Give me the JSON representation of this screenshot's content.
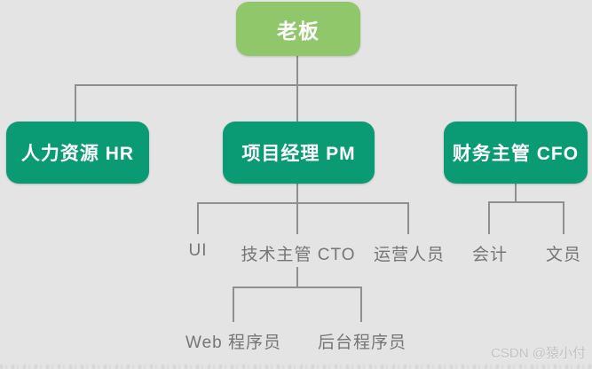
{
  "org": {
    "root": {
      "label": "老板"
    },
    "managers": [
      {
        "label": "人力资源 HR"
      },
      {
        "label": "项目经理 PM"
      },
      {
        "label": "财务主管 CFO"
      }
    ],
    "pm_reports": [
      {
        "label": "UI"
      },
      {
        "label": "技术主管 CTO"
      },
      {
        "label": "运营人员"
      }
    ],
    "cto_reports": [
      {
        "label": "Web 程序员"
      },
      {
        "label": "后台程序员"
      }
    ],
    "cfo_reports": [
      {
        "label": "会计"
      },
      {
        "label": "文员"
      }
    ]
  },
  "watermark": {
    "text": "CSDN @猿小付"
  },
  "colors": {
    "background": "#e4e4e4",
    "root_box": "#8fc76a",
    "manager_box": "#0a9b74",
    "box_text": "#ffffff",
    "connector": "#8f8f8f",
    "leaf_text": "#757575",
    "watermark_text": "#c2c2c2"
  }
}
